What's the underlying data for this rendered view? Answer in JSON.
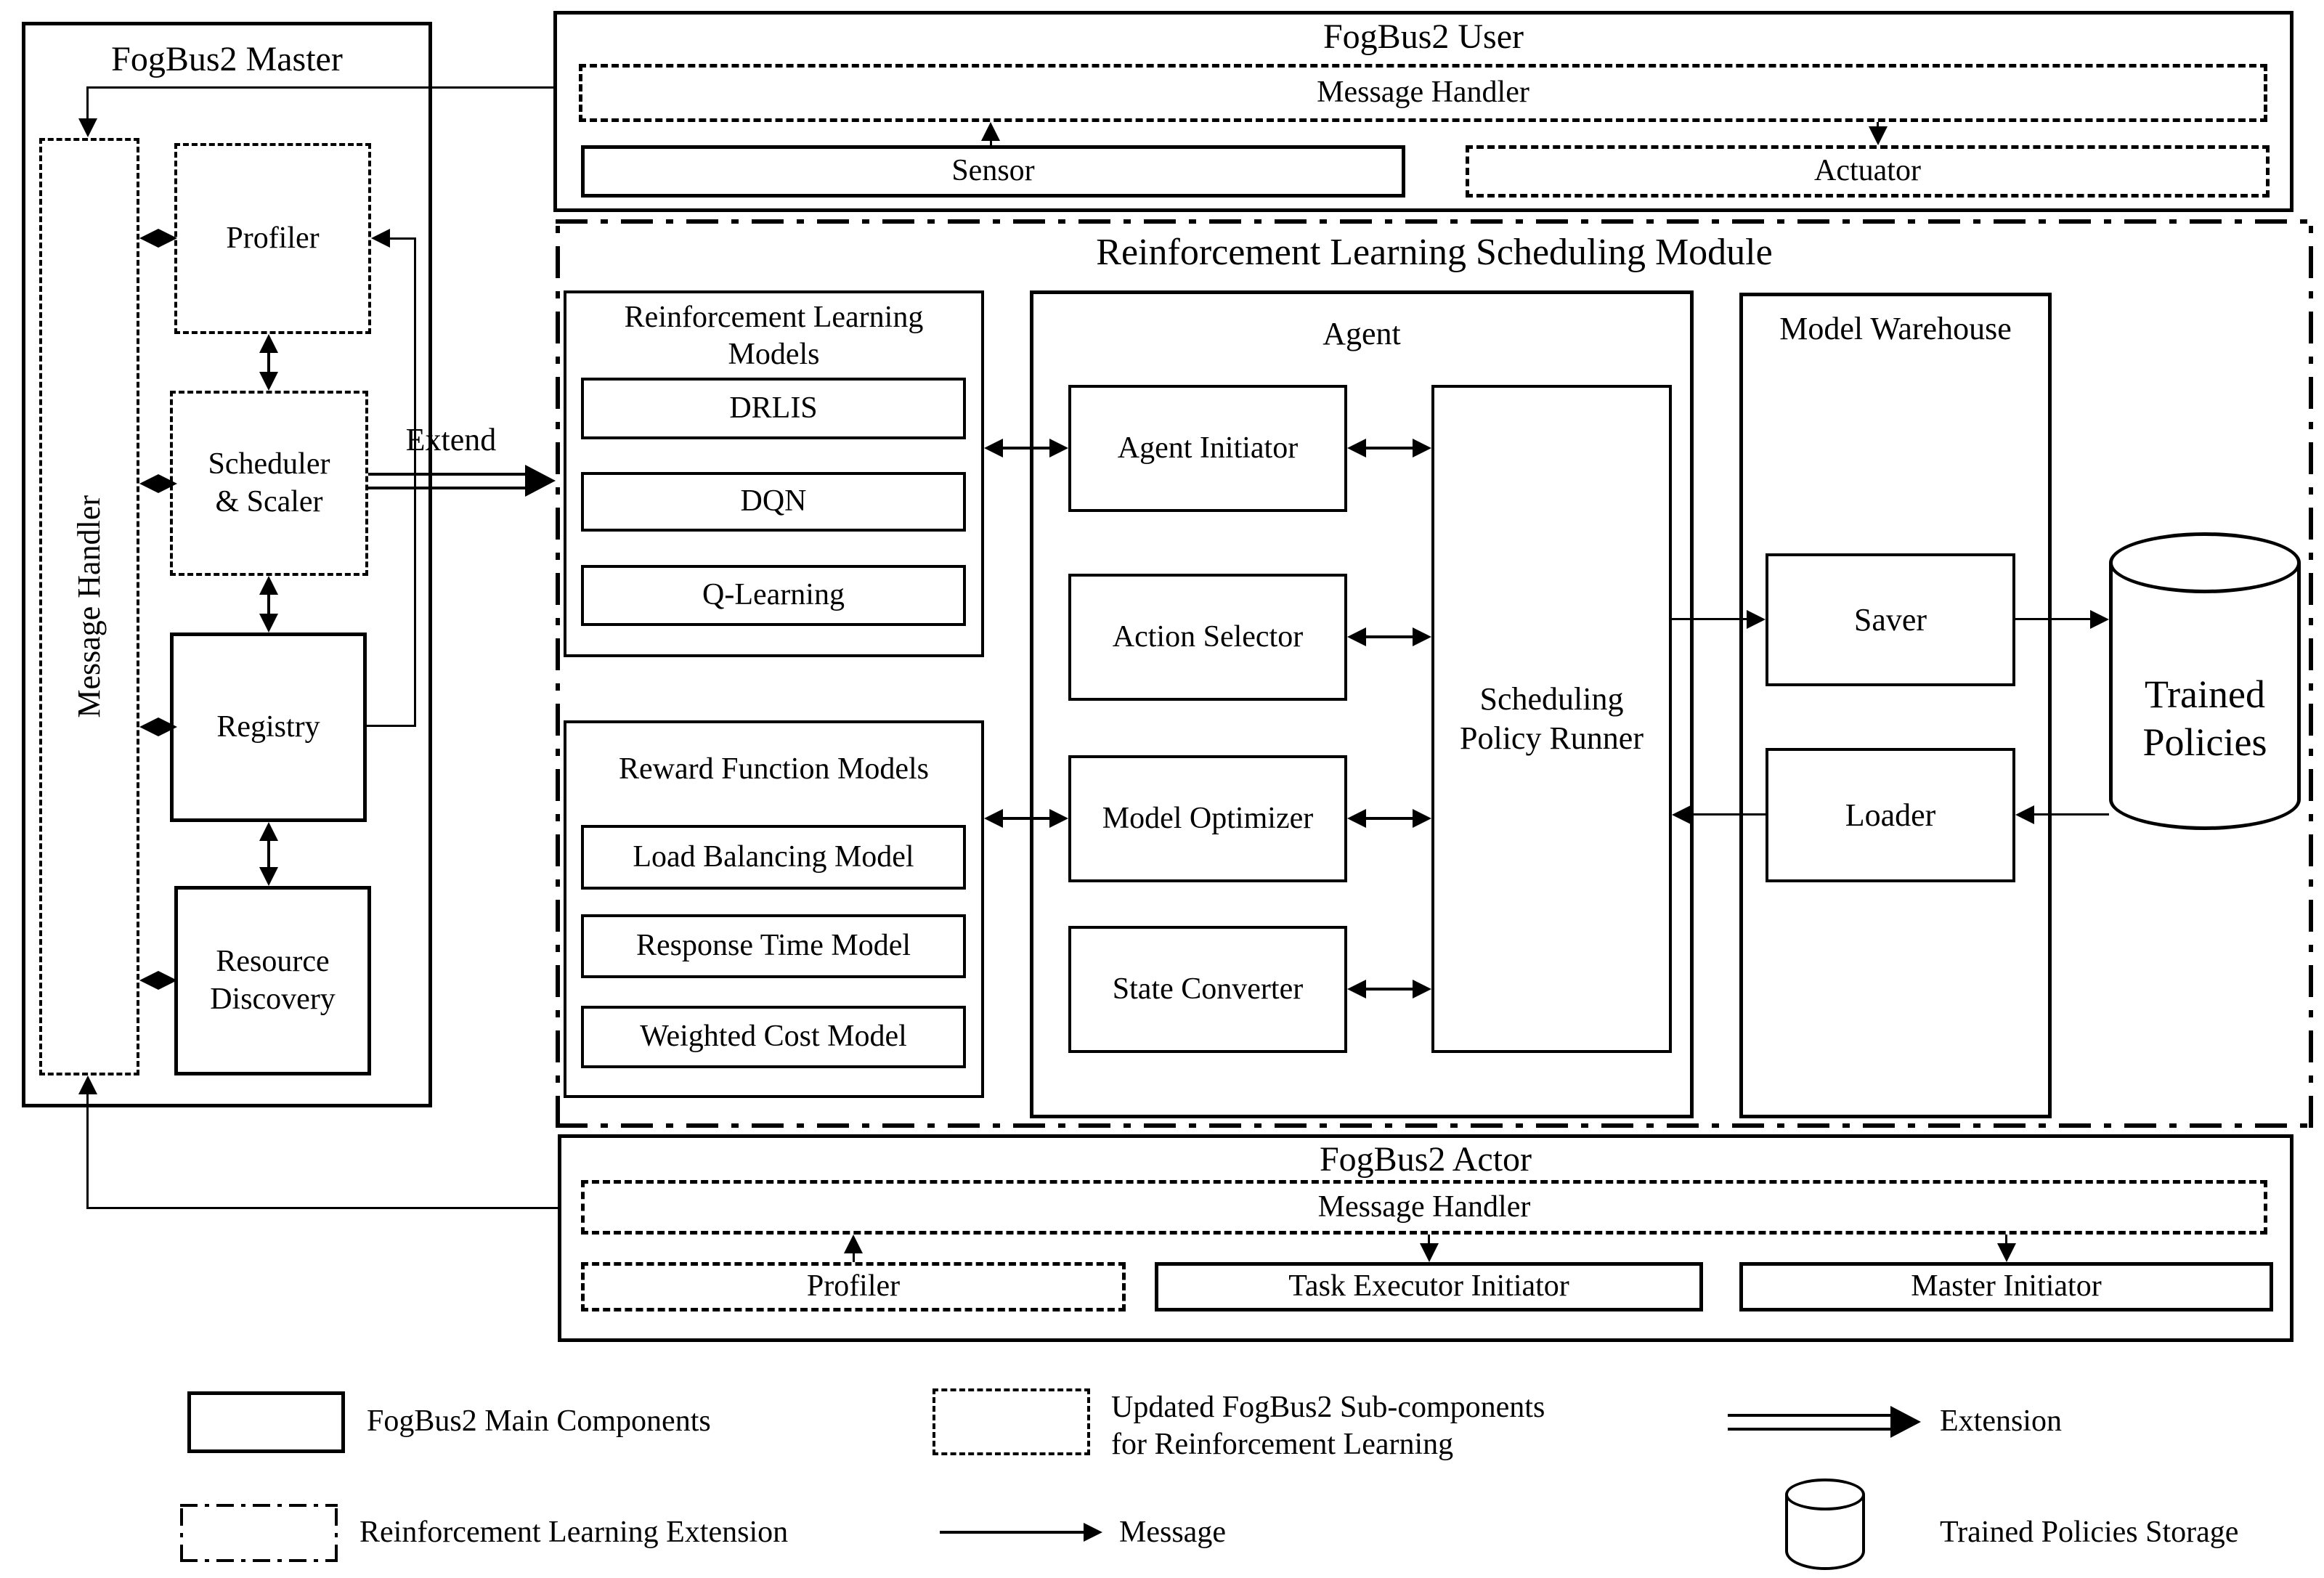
{
  "master": {
    "title": "FogBus2 Master",
    "message_handler": "Message Handler",
    "profiler": "Profiler",
    "scheduler": "Scheduler\n& Scaler",
    "registry": "Registry",
    "resource_discovery": "Resource\nDiscovery",
    "extend_label": "Extend"
  },
  "user": {
    "title": "FogBus2 User",
    "message_handler": "Message Handler",
    "sensor": "Sensor",
    "actuator": "Actuator"
  },
  "rl_module": {
    "title": "Reinforcement Learning Scheduling Module",
    "rl_models": {
      "title": "Reinforcement Learning\nModels",
      "items": [
        "DRLIS",
        "DQN",
        "Q-Learning"
      ]
    },
    "reward_models": {
      "title": "Reward Function Models",
      "items": [
        "Load Balancing Model",
        "Response Time Model",
        "Weighted Cost Model"
      ]
    },
    "agent": {
      "title": "Agent",
      "initiator": "Agent Initiator",
      "action_selector": "Action Selector",
      "model_optimizer": "Model Optimizer",
      "state_converter": "State Converter",
      "runner": "Scheduling\nPolicy Runner"
    },
    "warehouse": {
      "title": "Model Warehouse",
      "saver": "Saver",
      "loader": "Loader"
    },
    "storage": "Trained\nPolicies"
  },
  "actor": {
    "title": "FogBus2 Actor",
    "message_handler": "Message Handler",
    "profiler": "Profiler",
    "task_executor_initiator": "Task Executor Initiator",
    "master_initiator": "Master Initiator"
  },
  "legend": {
    "main_components": "FogBus2 Main Components",
    "updated_subcomponents": "Updated FogBus2 Sub-components\nfor Reinforcement Learning",
    "rl_extension": "Reinforcement Learning Extension",
    "message": "Message",
    "extension": "Extension",
    "storage": "Trained Policies Storage"
  },
  "colors": {
    "ink": "#000000",
    "background": "#ffffff"
  }
}
